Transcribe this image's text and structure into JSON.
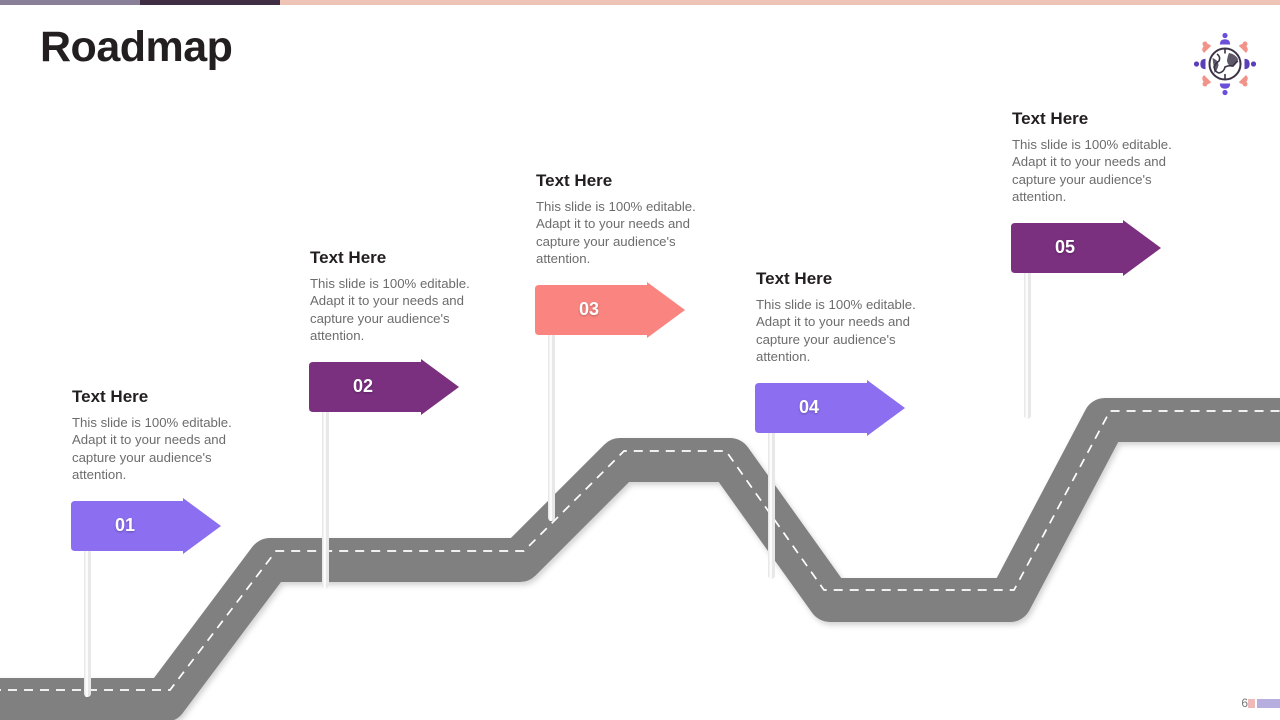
{
  "slide": {
    "title": "Roadmap",
    "page_number": "6",
    "logo": {
      "name": "globe-people-logo"
    },
    "topbar_colors": [
      "#8a7f99",
      "#3f2d43",
      "#eec4b6"
    ],
    "swatch_colors": [
      "#efb9b9",
      "#b6aede"
    ]
  },
  "road": {
    "color": "#808080",
    "dash_color": "#ffffff"
  },
  "milestones": [
    {
      "number": "01",
      "title": "Text Here",
      "body": "This slide is 100% editable. Adapt it to your needs and capture your audience's attention.",
      "flag_color": "#8c6ef0",
      "fold_color": "#2f1fb0"
    },
    {
      "number": "02",
      "title": "Text Here",
      "body": "This slide is 100% editable. Adapt it to your needs and capture your audience's attention.",
      "flag_color": "#7b2f7f",
      "fold_color": "#5a1f5e"
    },
    {
      "number": "03",
      "title": "Text Here",
      "body": "This slide is 100% editable. Adapt it to your needs and capture your audience's attention.",
      "flag_color": "#fa8580",
      "fold_color": "#e02020"
    },
    {
      "number": "04",
      "title": "Text Here",
      "body": "This slide is 100% editable. Adapt it to your needs and capture your audience's attention.",
      "flag_color": "#8c6ef0",
      "fold_color": "#2f1fb0"
    },
    {
      "number": "05",
      "title": "Text Here",
      "body": "This slide is 100% editable. Adapt it to your needs and capture your audience's attention.",
      "flag_color": "#7b2f7f",
      "fold_color": "#5a1f5e"
    }
  ]
}
